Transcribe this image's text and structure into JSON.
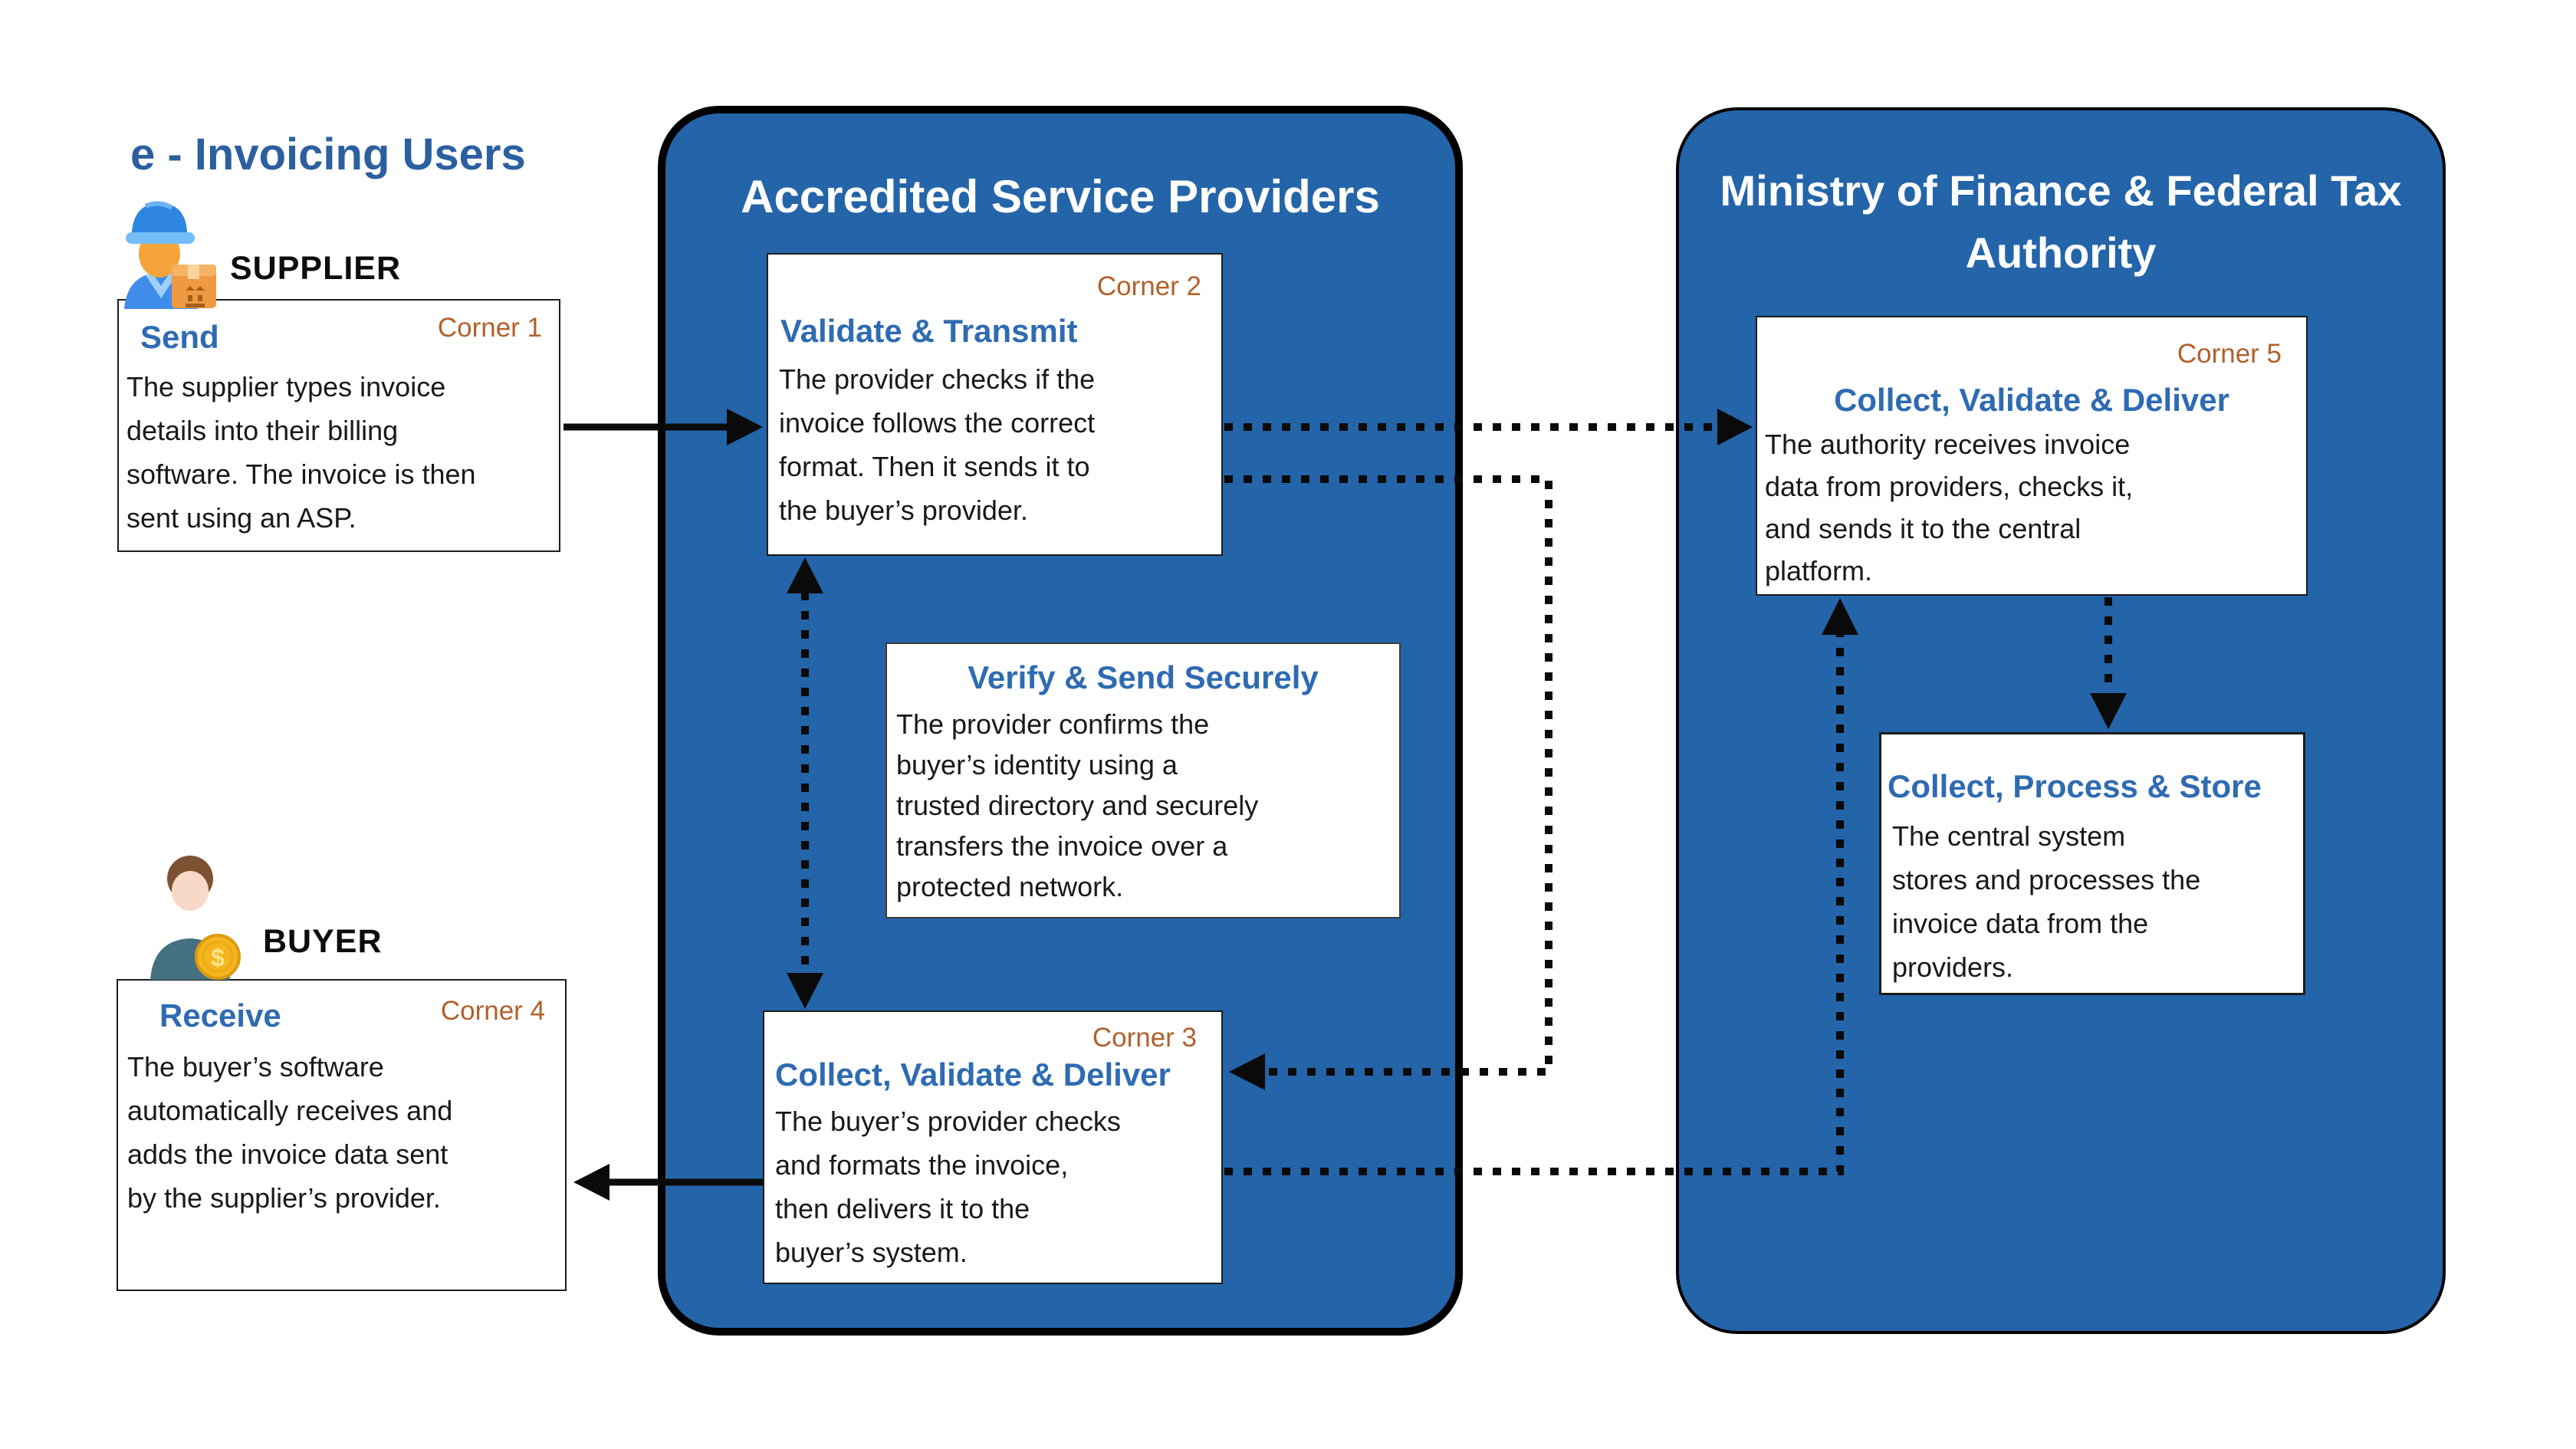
{
  "colors": {
    "panel_blue": "#2464a9",
    "heading_blue": "#2e6bb2",
    "title_blue": "#2c5f9f",
    "corner_brown": "#b2612c",
    "arrow_black": "#0a0a0a"
  },
  "users": {
    "title": "e - Invoicing Users",
    "supplier_label": "SUPPLIER",
    "buyer_label": "BUYER",
    "supplier_icon": "delivery-worker-with-package-icon",
    "buyer_icon": "person-with-dollar-coin-icon"
  },
  "asp": {
    "title": "Accredited Service Providers"
  },
  "authority": {
    "title": "Ministry of Finance & Federal Tax\nAuthority"
  },
  "corner1": {
    "label": "Corner 1",
    "heading": "Send",
    "body": "The supplier types invoice\ndetails into their billing\nsoftware. The invoice is then\nsent using an ASP."
  },
  "corner2": {
    "label": "Corner 2",
    "heading": "Validate & Transmit",
    "body": "The provider checks if the\ninvoice follows the correct\nformat. Then it sends it to\nthe buyer’s provider."
  },
  "verify": {
    "heading": "Verify & Send Securely",
    "body": "The provider confirms the\nbuyer’s identity using a\ntrusted directory and securely\ntransfers the invoice over a\nprotected network."
  },
  "corner3": {
    "label": "Corner 3",
    "heading": "Collect, Validate & Deliver",
    "body": "The buyer’s provider checks\nand formats the invoice,\nthen delivers it to the\nbuyer’s system."
  },
  "corner4": {
    "label": "Corner 4",
    "heading": "Receive",
    "body": "The buyer’s software\nautomatically receives and\nadds the invoice data sent\nby the supplier’s provider."
  },
  "corner5": {
    "label": "Corner 5",
    "heading": "Collect, Validate & Deliver",
    "body": "The authority receives invoice\ndata from providers, checks it,\nand sends it to the central\nplatform."
  },
  "store": {
    "heading": "Collect, Process & Store",
    "body": "The central system\nstores and processes the\ninvoice data from the\nproviders."
  }
}
